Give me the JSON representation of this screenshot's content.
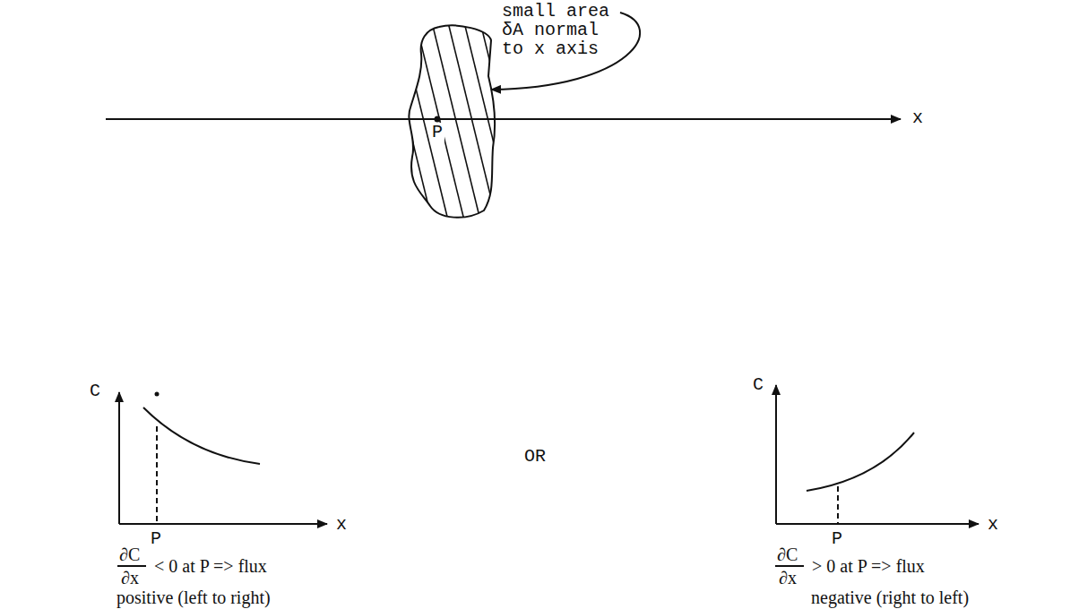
{
  "diagram": {
    "nodes": [
      {
        "text": [
          "P"
        ]
      }
    ],
    "labels": [
      "small area δA normal to x axis",
      "x",
      "C",
      "x",
      "P",
      "OR",
      "C",
      "x",
      "P",
      "∂C",
      "∂x",
      "< 0 at P => flux",
      "positive (left to right)",
      "∂C",
      "∂x",
      "> 0 at P => flux",
      "negative (right to left)"
    ]
  }
}
